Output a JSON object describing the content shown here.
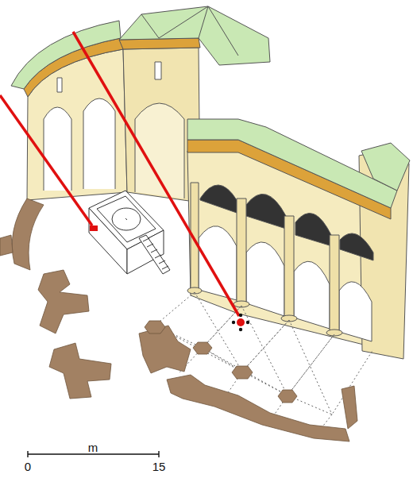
{
  "diagram": {
    "labels": [
      "m",
      "0",
      "15"
    ]
  }
}
